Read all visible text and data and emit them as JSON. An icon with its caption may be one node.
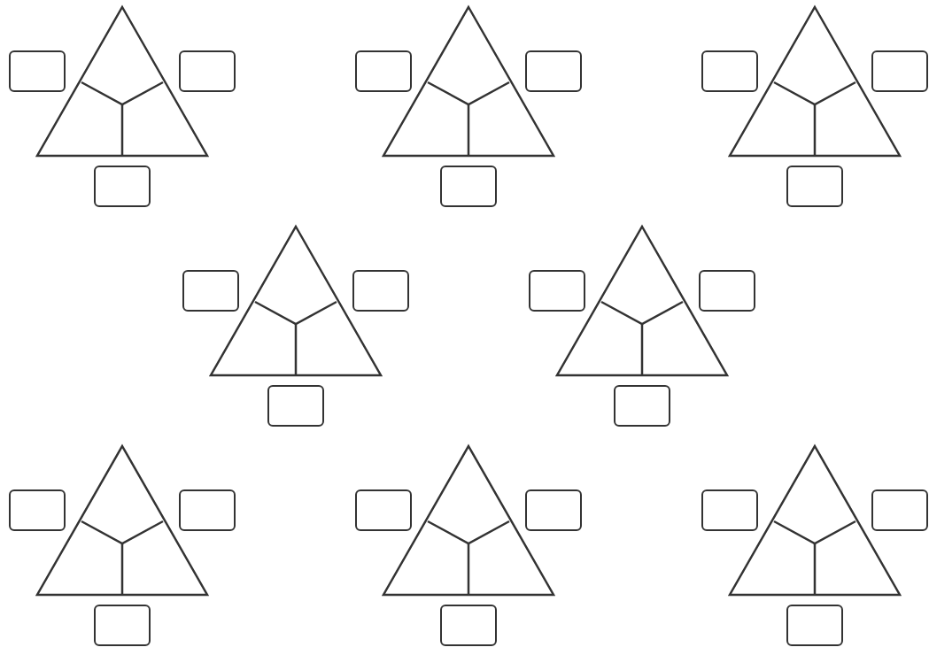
{
  "diagram": {
    "nodes": [
      {
        "text": [],
        "shape": "triangle"
      },
      {
        "text": [],
        "shape": "box"
      },
      {
        "text": [],
        "shape": "box"
      },
      {
        "text": [],
        "shape": "box"
      },
      {
        "text": [],
        "shape": "triangle"
      },
      {
        "text": [],
        "shape": "box"
      },
      {
        "text": [],
        "shape": "box"
      },
      {
        "text": [],
        "shape": "box"
      },
      {
        "text": [],
        "shape": "triangle"
      },
      {
        "text": [],
        "shape": "box"
      },
      {
        "text": [],
        "shape": "box"
      },
      {
        "text": [],
        "shape": "box"
      },
      {
        "text": [],
        "shape": "triangle"
      },
      {
        "text": [],
        "shape": "box"
      },
      {
        "text": [],
        "shape": "box"
      },
      {
        "text": [],
        "shape": "box"
      },
      {
        "text": [],
        "shape": "triangle"
      },
      {
        "text": [],
        "shape": "box"
      },
      {
        "text": [],
        "shape": "box"
      },
      {
        "text": [],
        "shape": "box"
      },
      {
        "text": [],
        "shape": "triangle"
      },
      {
        "text": [],
        "shape": "box"
      },
      {
        "text": [],
        "shape": "box"
      },
      {
        "text": [],
        "shape": "box"
      },
      {
        "text": [],
        "shape": "triangle"
      },
      {
        "text": [],
        "shape": "box"
      },
      {
        "text": [],
        "shape": "box"
      },
      {
        "text": [],
        "shape": "box"
      },
      {
        "text": [],
        "shape": "triangle"
      },
      {
        "text": [],
        "shape": "box"
      },
      {
        "text": [],
        "shape": "box"
      },
      {
        "text": [],
        "shape": "box"
      }
    ]
  }
}
